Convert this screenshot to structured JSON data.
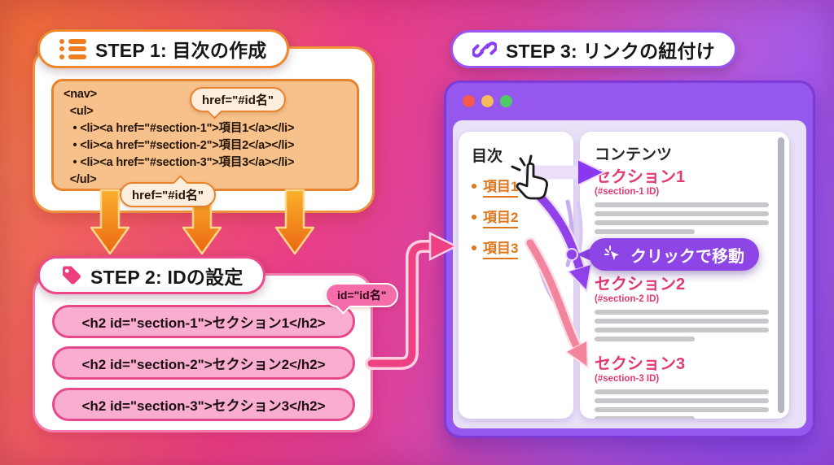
{
  "step1": {
    "title": "STEP 1: 目次の作成",
    "code_lines": [
      "<nav>",
      "  <ul>",
      "   • <li><a href=\"#section-1\">項目1</a></li>",
      "   • <li><a href=\"#section-2\">項目2</a></li>",
      "   • <li><a href=\"#section-3\">項目3</a></li>",
      "  </ul>"
    ],
    "bubble_top": "href=\"#id名\"",
    "bubble_bottom": "href=\"#id名\""
  },
  "step2": {
    "title": "STEP 2: IDの設定",
    "boxes": [
      "<h2 id=\"section-1\">セクション1</h2>",
      "<h2 id=\"section-2\">セクション2</h2>",
      "<h2 id=\"section-3\">セクション3</h2>"
    ],
    "bubble": "id=\"id名\""
  },
  "step3": {
    "title": "STEP 3: リンクの紐付け",
    "browser": {
      "toc": {
        "heading": "目次",
        "links": [
          "項目1",
          "項目2",
          "項目3"
        ]
      },
      "content": {
        "heading": "コンテンツ",
        "sections": [
          {
            "title": "セクション1",
            "id_label": "(#section-1 ID)"
          },
          {
            "title": "セクション2",
            "id_label": "(#section-2 ID)"
          },
          {
            "title": "セクション3",
            "id_label": "(#section-3 ID)"
          }
        ]
      },
      "click_badge": "クリックで移動"
    }
  },
  "icons": {
    "step1": "list-icon",
    "step2": "tag-icon",
    "step3": "link-chain-icon",
    "hand": "hand-cursor-icon",
    "badge": "arrow-cursor-icon"
  },
  "colors": {
    "step1_accent": "#ef7d1f",
    "step2_accent": "#e8498b",
    "step3_accent": "#8d45e6",
    "code_bg": "#f7c18b",
    "h2box_bg": "#f9aed0",
    "window_chrome": "#9557ee",
    "window_content": "#e9e1f8",
    "toc_link": "#e0761c",
    "section_heading": "#e23a72",
    "traffic_dots": [
      "#f4584e",
      "#f3bd5c",
      "#4ecb67"
    ],
    "background_gradient": [
      "#f08045",
      "#e83e85",
      "#9c5bf2"
    ]
  }
}
